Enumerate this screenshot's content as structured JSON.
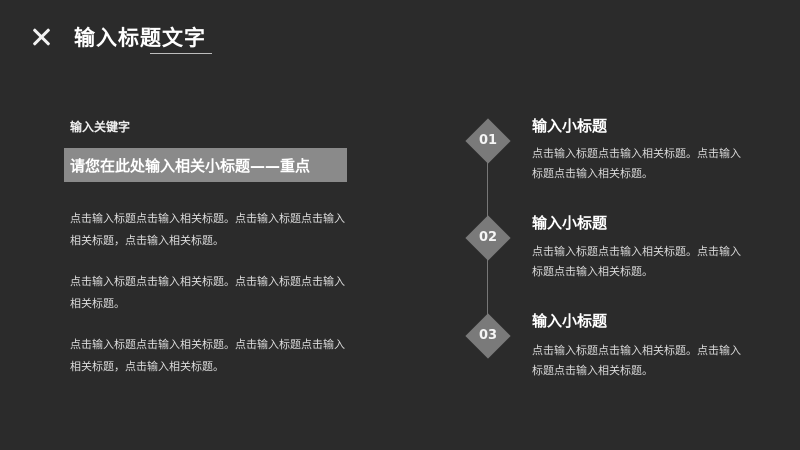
{
  "header": {
    "title": "输入标题文字"
  },
  "left": {
    "keyword": "输入关键字",
    "highlight": "请您在此处输入相关小标题——重点",
    "paragraphs": [
      "点击输入标题点击输入相关标题。点击输入标题点击输入相关标题，点击输入相关标题。",
      "点击输入标题点击输入相关标题。点击输入标题点击输入相关标题。",
      "点击输入标题点击输入相关标题。点击输入标题点击输入相关标题，点击输入相关标题。"
    ]
  },
  "timeline": {
    "items": [
      {
        "num": "01",
        "title": "输入小标题",
        "desc": "点击输入标题点击输入相关标题。点击输入标题点击输入相关标题。"
      },
      {
        "num": "02",
        "title": "输入小标题",
        "desc": "点击输入标题点击输入相关标题。点击输入标题点击输入相关标题。"
      },
      {
        "num": "03",
        "title": "输入小标题",
        "desc": "点击输入标题点击输入相关标题。点击输入标题点击输入相关标题。"
      }
    ]
  },
  "colors": {
    "background": "#2b2b2b",
    "highlight_box": "#8a8a8a",
    "diamond": "#7a7a7a",
    "text": "#ffffff"
  }
}
